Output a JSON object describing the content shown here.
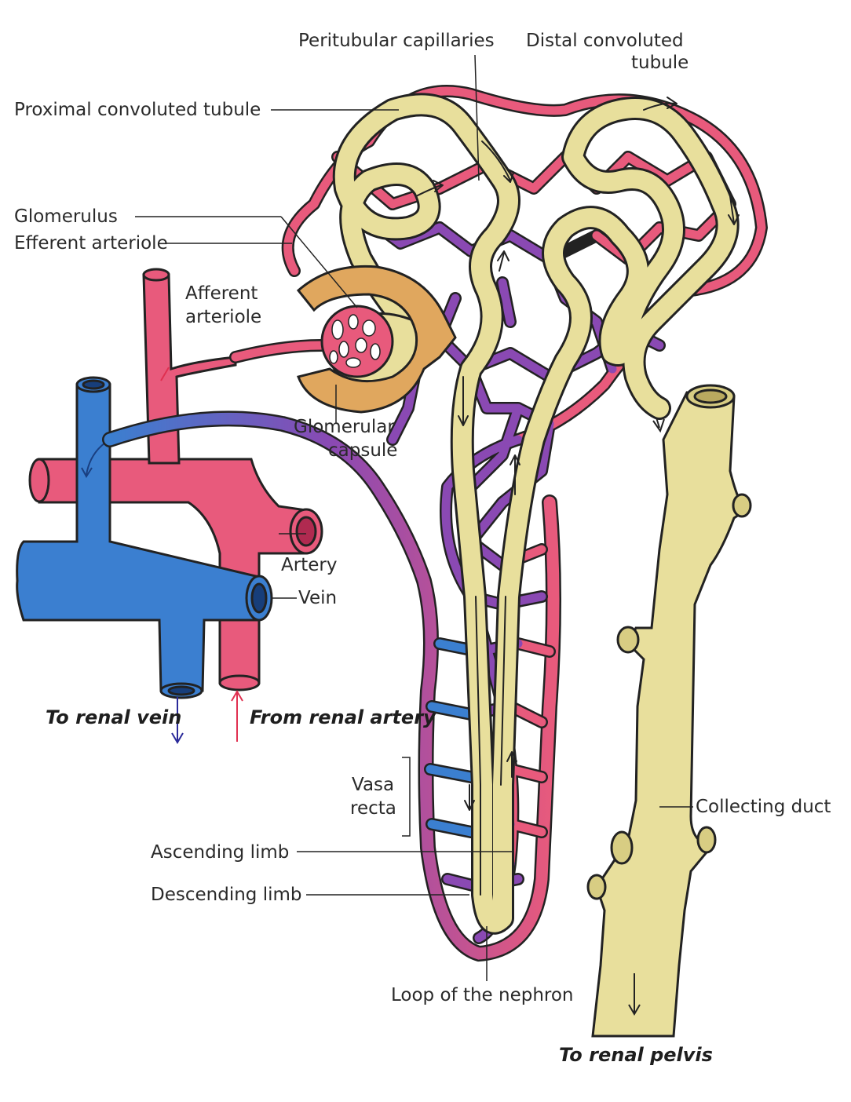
{
  "labels": {
    "peritubular_capillaries": "Peritubular capillaries",
    "distal_convoluted_tubule_1": "Distal convoluted",
    "distal_convoluted_tubule_2": "tubule",
    "proximal_convoluted_tubule": "Proximal convoluted tubule",
    "glomerulus": "Glomerulus",
    "efferent_arteriole": "Efferent arteriole",
    "afferent_arteriole_1": "Afferent",
    "afferent_arteriole_2": "arteriole",
    "glomerular_capsule_1": "Glomerular",
    "glomerular_capsule_2": "capsule",
    "artery": "Artery",
    "vein": "Vein",
    "to_renal_vein": "To renal vein",
    "from_renal_artery": "From renal artery",
    "vasa_recta_1": "Vasa",
    "vasa_recta_2": "recta",
    "ascending_limb": "Ascending limb",
    "descending_limb": "Descending limb",
    "loop_of_nephron": "Loop of the nephron",
    "collecting_duct": "Collecting duct",
    "to_renal_pelvis": "To renal pelvis"
  },
  "colors": {
    "artery": "#e85a7c",
    "vein": "#3b7fd0",
    "mixed": "#8a49b3",
    "tubule": "#e8df9c",
    "capsule": "#e0a75e",
    "outline": "#222222"
  }
}
